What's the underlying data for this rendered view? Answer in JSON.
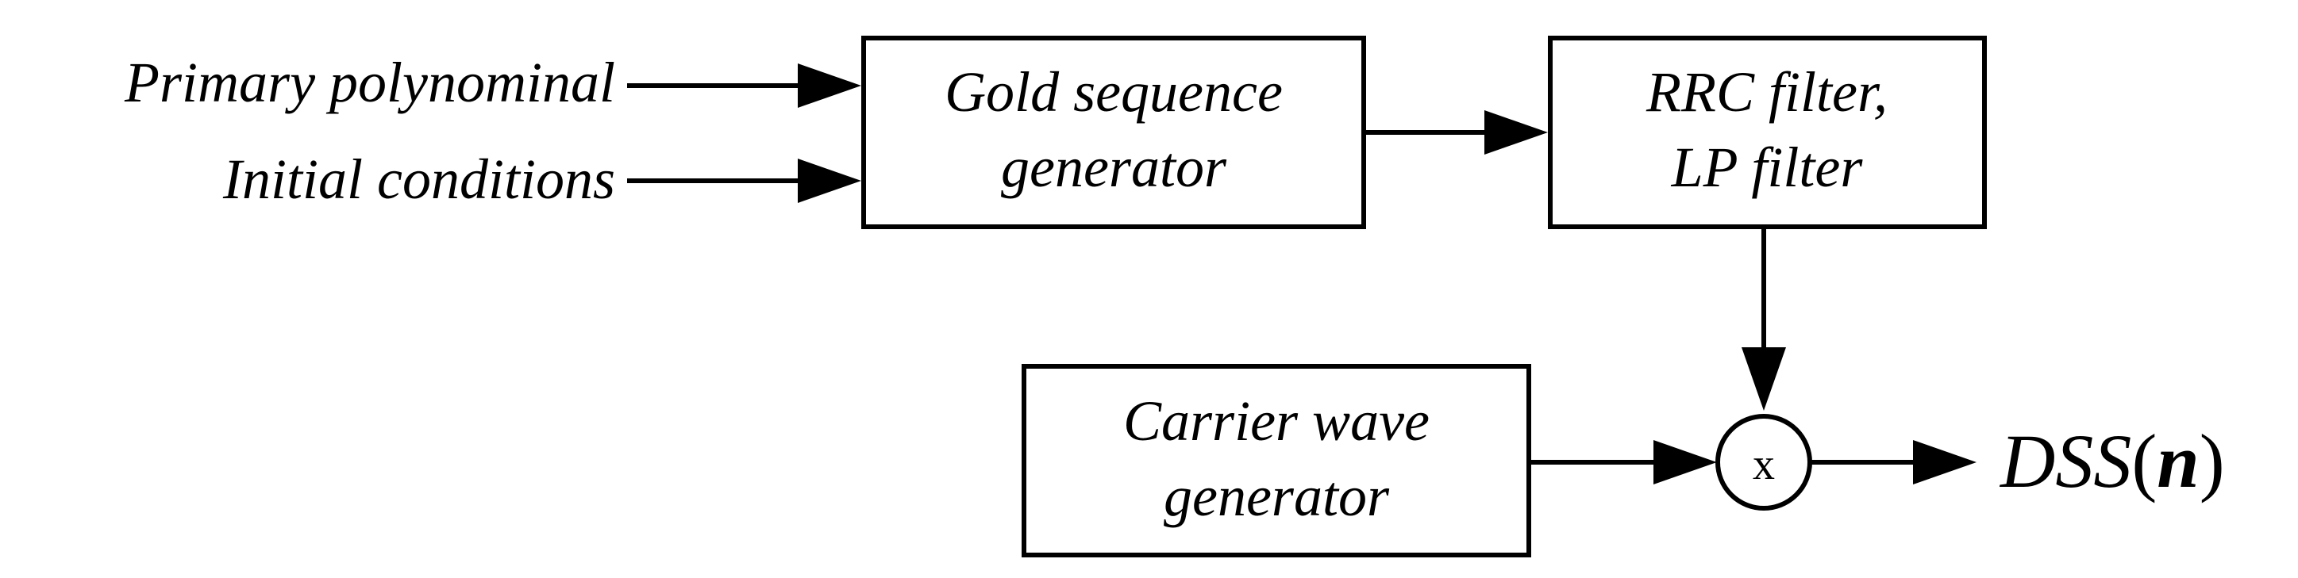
{
  "inputs": {
    "primary": "Primary polynominal",
    "initial": "Initial conditions"
  },
  "blocks": {
    "gold": {
      "line1": "Gold sequence",
      "line2": "generator"
    },
    "filter": {
      "line1": "RRC filter,",
      "line2": "LP filter"
    },
    "carrier": {
      "line1": "Carrier wave",
      "line2": "generator"
    }
  },
  "mixer": {
    "symbol": "x"
  },
  "output": {
    "main": "DSS",
    "open": "(",
    "var": "n",
    "close": ")"
  }
}
